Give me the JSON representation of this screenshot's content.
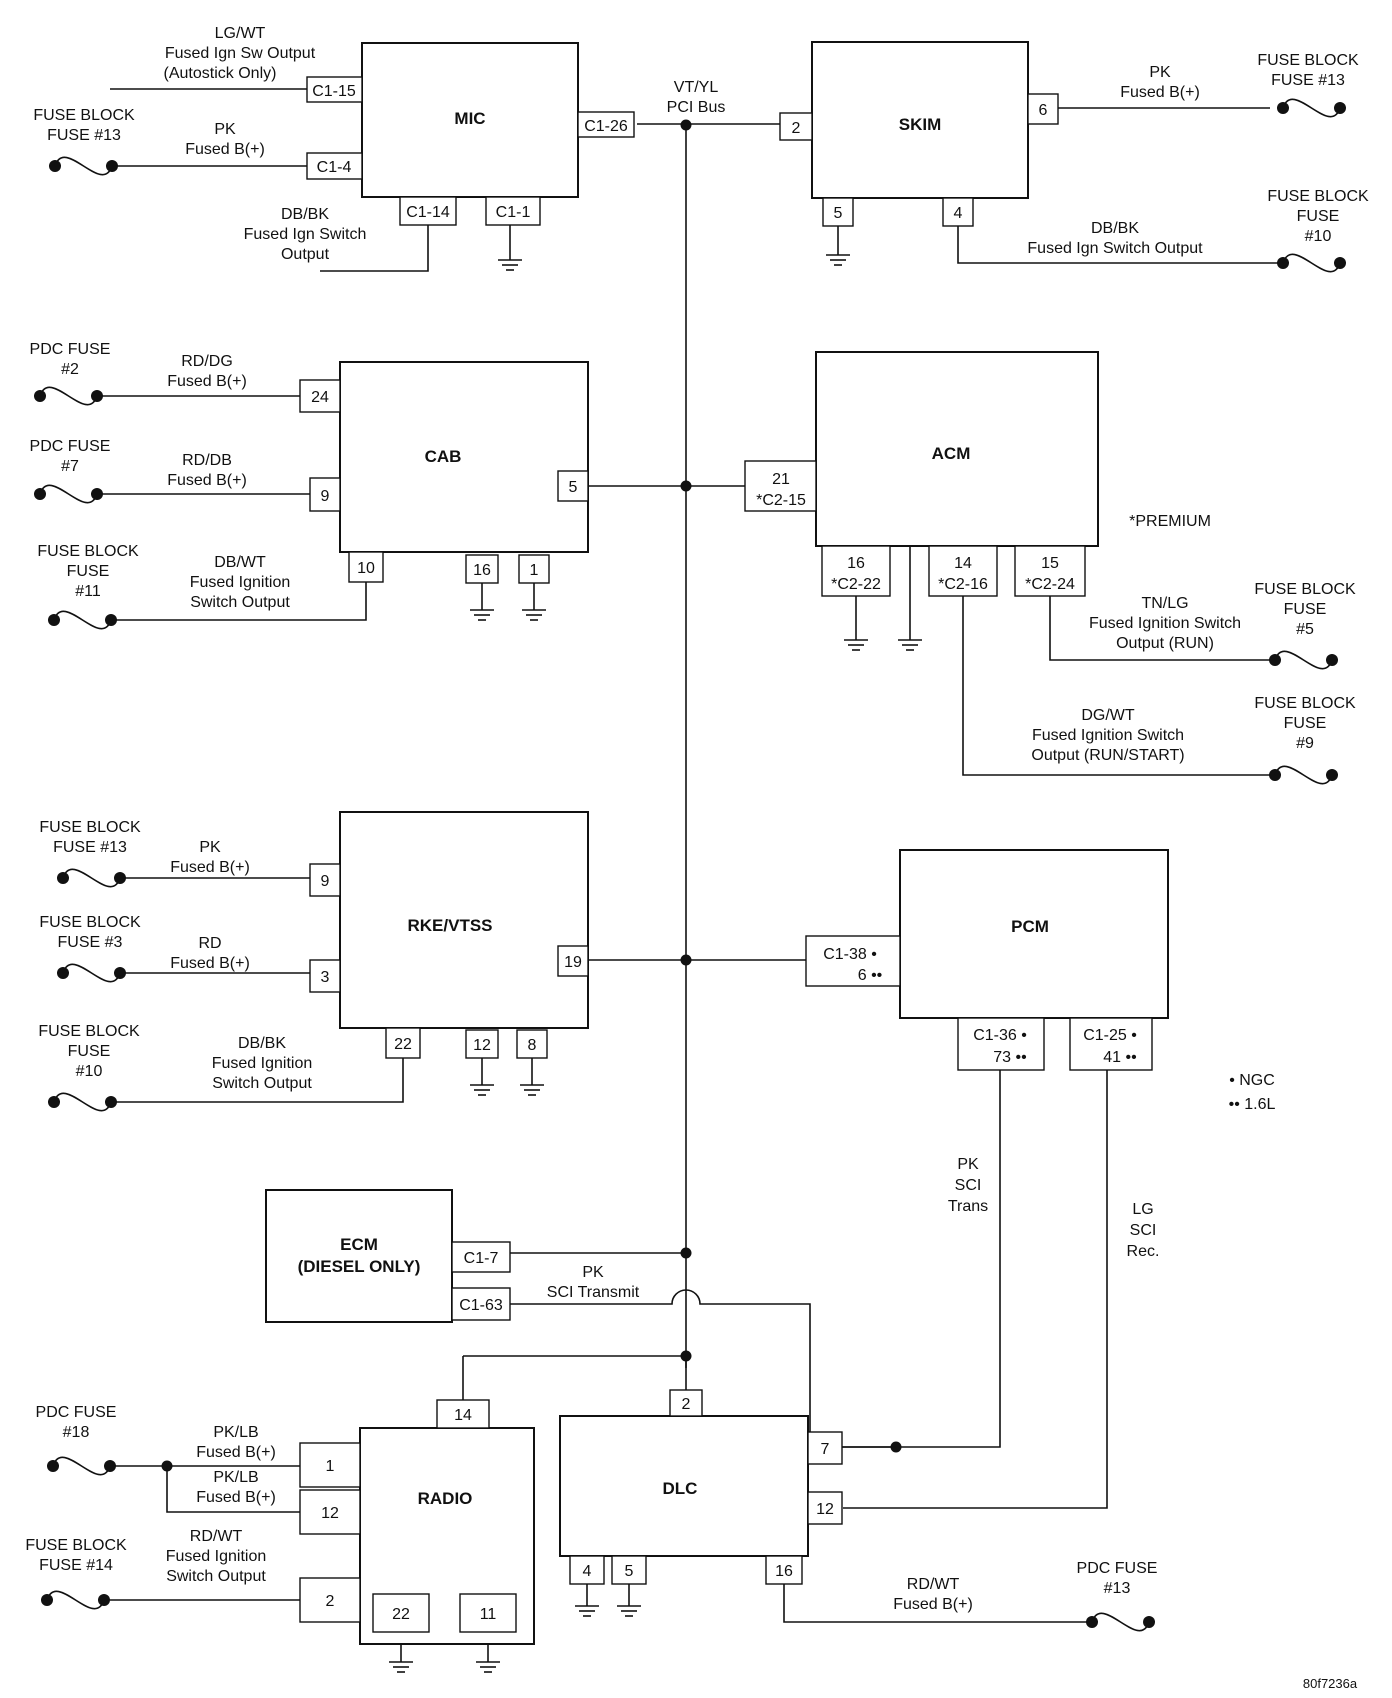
{
  "modules": {
    "mic": "MIC",
    "skim": "SKIM",
    "cab": "CAB",
    "acm": "ACM",
    "rke": "RKE/VTSS",
    "pcm": "PCM",
    "ecm_l1": "ECM",
    "ecm_l2": "(DIESEL ONLY)",
    "radio": "RADIO",
    "dlc": "DLC"
  },
  "pins": {
    "mic_c1_15": "C1-15",
    "mic_c1_4": "C1-4",
    "mic_c1_26": "C1-26",
    "mic_c1_14": "C1-14",
    "mic_c1_1": "C1-1",
    "skim_2": "2",
    "skim_6": "6",
    "skim_5": "5",
    "skim_4": "4",
    "cab_24": "24",
    "cab_9": "9",
    "cab_5": "5",
    "cab_10": "10",
    "cab_16": "16",
    "cab_1": "1",
    "acm_21_l1": "21",
    "acm_21_l2": "*C2-15",
    "acm_16_l1": "16",
    "acm_16_l2": "*C2-22",
    "acm_14_l1": "14",
    "acm_14_l2": "*C2-16",
    "acm_15_l1": "15",
    "acm_15_l2": "*C2-24",
    "rke_9": "9",
    "rke_3": "3",
    "rke_19": "19",
    "rke_22": "22",
    "rke_12": "12",
    "rke_8": "8",
    "pcm_38_l1": "C1-38 •",
    "pcm_38_l2": "6 ••",
    "pcm_36_l1": "C1-36 •",
    "pcm_36_l2": "73 ••",
    "pcm_25_l1": "C1-25 •",
    "pcm_25_l2": "41 ••",
    "ecm_c1_7": "C1-7",
    "ecm_c1_63": "C1-63",
    "radio_14": "14",
    "radio_1": "1",
    "radio_12": "12",
    "radio_2": "2",
    "radio_22": "22",
    "radio_11": "11",
    "dlc_2": "2",
    "dlc_7": "7",
    "dlc_12": "12",
    "dlc_4": "4",
    "dlc_5": "5",
    "dlc_16": "16"
  },
  "wires": {
    "mic_lgwt": [
      "LG/WT",
      "Fused Ign Sw Output",
      "(Autostick Only)"
    ],
    "mic_pk": [
      "PK",
      "Fused B(+)"
    ],
    "mic_dbbk": [
      "DB/BK",
      "Fused Ign Switch",
      "Output"
    ],
    "pci_bus": [
      "VT/YL",
      "PCI Bus"
    ],
    "skim_pk": [
      "PK",
      "Fused B(+)"
    ],
    "skim_dbbk": [
      "DB/BK",
      "Fused Ign Switch Output"
    ],
    "cab_rddg": [
      "RD/DG",
      "Fused B(+)"
    ],
    "cab_rddb": [
      "RD/DB",
      "Fused B(+)"
    ],
    "cab_dbwt": [
      "DB/WT",
      "Fused Ignition",
      "Switch Output"
    ],
    "acm_tnlg": [
      "TN/LG",
      "Fused Ignition Switch",
      "Output (RUN)"
    ],
    "acm_dgwt": [
      "DG/WT",
      "Fused Ignition Switch",
      "Output (RUN/START)"
    ],
    "rke_pk": [
      "PK",
      "Fused B(+)"
    ],
    "rke_rd": [
      "RD",
      "Fused B(+)"
    ],
    "rke_dbbk": [
      "DB/BK",
      "Fused Ignition",
      "Switch Output"
    ],
    "pcm_pk": [
      "PK",
      "SCI",
      "Trans"
    ],
    "pcm_lg": [
      "LG",
      "SCI",
      "Rec."
    ],
    "ecm_pk": [
      "PK",
      "SCI Transmit"
    ],
    "radio_pklb1": [
      "PK/LB",
      "Fused B(+)"
    ],
    "radio_pklb2": [
      "PK/LB",
      "Fused B(+)"
    ],
    "radio_rdwt": [
      "RD/WT",
      "Fused Ignition",
      "Switch Output"
    ],
    "dlc_rdwt": [
      "RD/WT",
      "Fused B(+)"
    ]
  },
  "fuses": {
    "mic_fb13": [
      "FUSE BLOCK",
      "FUSE #13"
    ],
    "skim_fb13": [
      "FUSE BLOCK",
      "FUSE #13"
    ],
    "skim_fb10": [
      "FUSE BLOCK",
      "FUSE",
      "#10"
    ],
    "cab_pdc2": [
      "PDC FUSE",
      "#2"
    ],
    "cab_pdc7": [
      "PDC FUSE",
      "#7"
    ],
    "cab_fb11": [
      "FUSE BLOCK",
      "FUSE",
      "#11"
    ],
    "acm_fb5": [
      "FUSE BLOCK",
      "FUSE",
      "#5"
    ],
    "acm_fb9": [
      "FUSE BLOCK",
      "FUSE",
      "#9"
    ],
    "rke_fb13": [
      "FUSE BLOCK",
      "FUSE #13"
    ],
    "rke_fb3": [
      "FUSE BLOCK",
      "FUSE #3"
    ],
    "rke_fb10": [
      "FUSE BLOCK",
      "FUSE",
      "#10"
    ],
    "radio_pdc18": [
      "PDC FUSE",
      "#18"
    ],
    "radio_fb14": [
      "FUSE BLOCK",
      "FUSE #14"
    ],
    "dlc_pdc13": [
      "PDC FUSE",
      "#13"
    ]
  },
  "notes": {
    "premium": "*PREMIUM",
    "ngc": "• NGC",
    "l16": "•• 1.6L",
    "figure_id": "80f7236a"
  }
}
